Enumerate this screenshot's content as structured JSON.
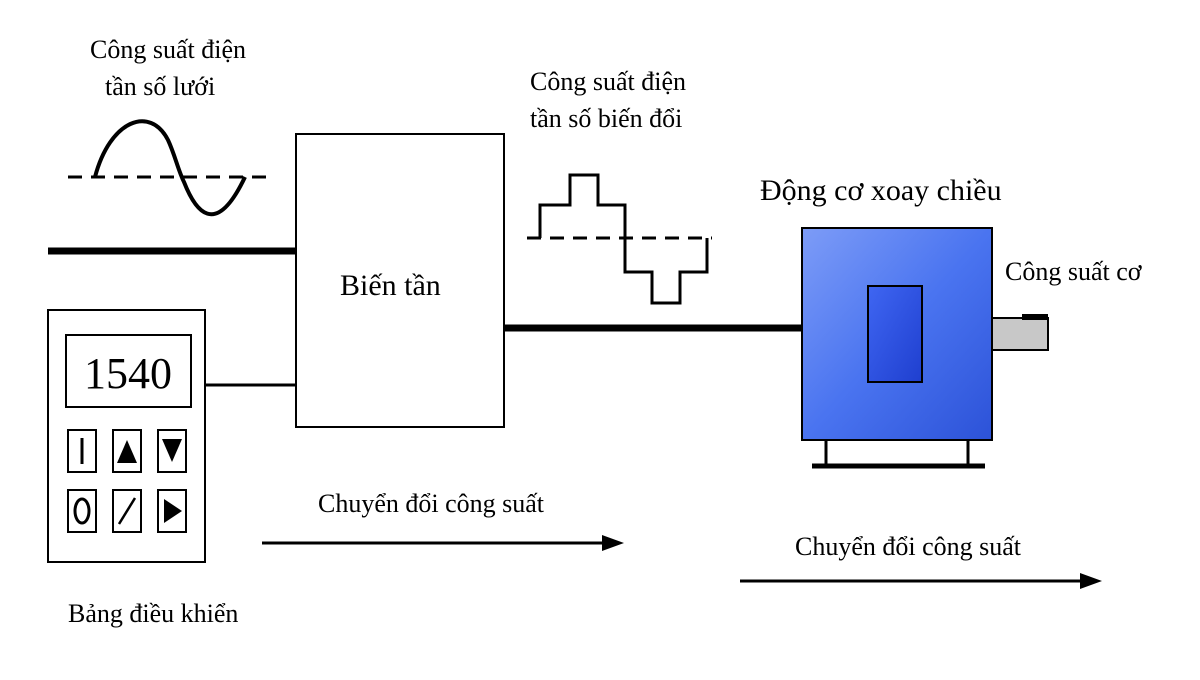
{
  "labels": {
    "grid_power_line1": "Công suất điện",
    "grid_power_line2": "tần số lưới",
    "converted_power_line1": "Công suất điện",
    "converted_power_line2": "tần số biến đổi",
    "inverter": "Biến tần",
    "ac_motor": "Động cơ xoay chiều",
    "mechanical_power": "Công suất cơ",
    "power_conversion_1": "Chuyển đổi công suất",
    "power_conversion_2": "Chuyển đổi công suất",
    "control_panel": "Bảng điều khiển"
  },
  "control_panel": {
    "display_value": "1540",
    "keys": [
      "|",
      "▲",
      "▼",
      "O",
      "/",
      "▶"
    ]
  },
  "colors": {
    "motor_body": "#4a74f0",
    "motor_rotor": "#2f55e6",
    "shaft": "#c8c8c8",
    "line": "#000000"
  }
}
